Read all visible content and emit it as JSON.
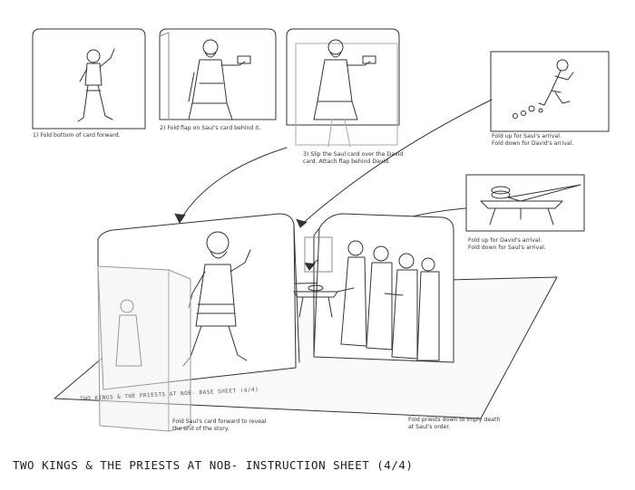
{
  "title": "TWO KINGS & THE PRIESTS AT NOB- INSTRUCTION SHEET (4/4)",
  "base_label": "TWO KINGS & THE PRIESTS AT NOB- BASE SHEET (4/4)",
  "steps": [
    {
      "text": "1) Fold bottom of card forward."
    },
    {
      "text": "2) Fold flap on Saul's card behind it."
    },
    {
      "text": "3) Slip the Saul card over the David card. Attach flap behind David."
    }
  ],
  "run_card_note": [
    "Fold up for Saul's arrival.",
    "Fold down for David's arrival."
  ],
  "table_card_note": [
    "Fold up for David's arrival.",
    "Fold down for Saul's arrival."
  ],
  "fold_saul_note": "Fold Saul's card forward to reveal the end of the story.",
  "fold_priests_note": "Fold priests down to imply death at Saul's order.",
  "colors": {
    "ink": "#333333",
    "paper": "#ffffff",
    "base": "#f7f7f7"
  }
}
